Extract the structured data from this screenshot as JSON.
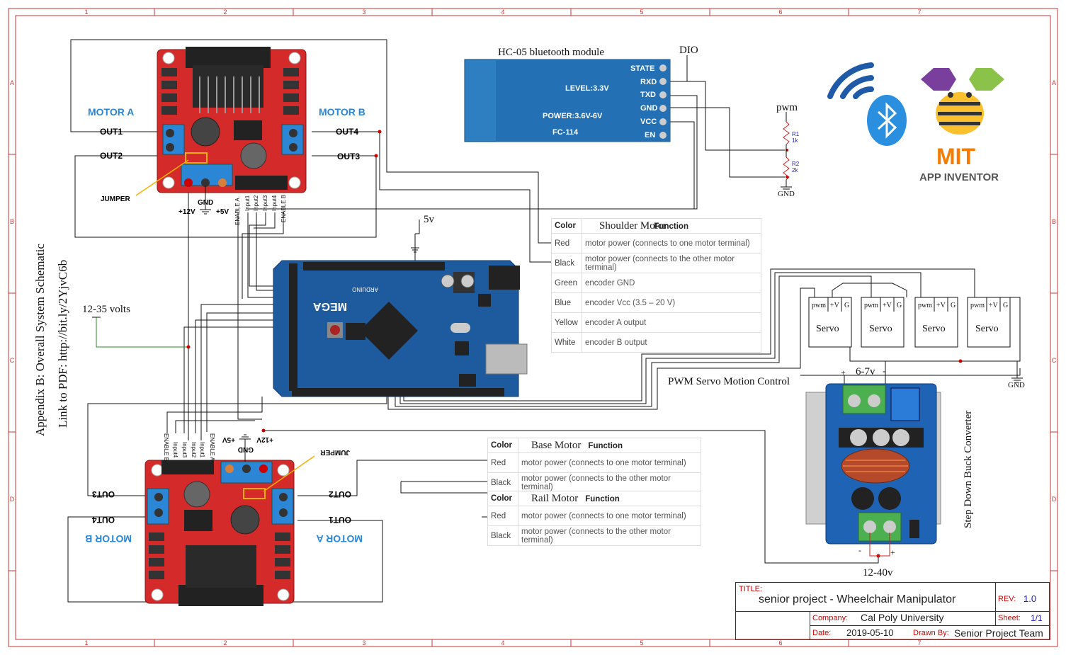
{
  "appendix": {
    "line1": "Appendix B: Overall System Schematic",
    "line2": "Link to PDF: http://bit.ly/2YjvC6b"
  },
  "grid": {
    "columns": [
      "1",
      "2",
      "3",
      "4",
      "5",
      "6",
      "7"
    ],
    "rows": [
      "A",
      "B",
      "C",
      "D"
    ]
  },
  "driver_top": {
    "motor_a": "MOTOR A",
    "motor_b": "MOTOR B",
    "out1": "OUT1",
    "out2": "OUT2",
    "out3": "OUT3",
    "out4": "OUT4",
    "jumper": "JUMPER",
    "v12": "+12V",
    "gnd": "GND",
    "v5": "+5V",
    "pins": [
      "ENABLE A",
      "Input1",
      "Input2",
      "Input3",
      "Input4",
      "ENABLE B"
    ]
  },
  "driver_bottom": {
    "motor_a": "MOTOR A",
    "motor_b": "MOTOR B",
    "out1": "OUT1",
    "out2": "OUT2",
    "out3": "OUT3",
    "out4": "OUT4",
    "jumper": "JUMPER",
    "v12": "+12V",
    "gnd": "GND",
    "v5": "+5V",
    "pins": [
      "ENABLE B",
      "Input4",
      "Input3",
      "Input2",
      "Input1",
      "ENABLE A"
    ]
  },
  "bluetooth": {
    "title": "HC-05 bluetooth module",
    "pins": [
      "STATE",
      "RXD",
      "TXD",
      "GND",
      "VCC",
      "EN"
    ],
    "level": "LEVEL:3.3V",
    "power": "POWER:3.6V-6V",
    "model": "FC-114",
    "dio": "DIO"
  },
  "divider": {
    "pwm": "pwm",
    "r1": "R1",
    "r1v": "1k",
    "r2": "R2",
    "r2v": "2k",
    "gnd": "GND"
  },
  "logo": {
    "mit": "MIT",
    "app": "APP INVENTOR"
  },
  "arduino": {
    "brand": "ARDUINO",
    "model": "MEGA",
    "v5": "5v"
  },
  "supply": {
    "label": "12-35 volts"
  },
  "tables": {
    "shoulder": {
      "title": "Shoulder Motor",
      "header": [
        "Color",
        "Function"
      ],
      "rows": [
        [
          "Red",
          "motor power (connects to one motor terminal)"
        ],
        [
          "Black",
          "motor power (connects to the other motor terminal)"
        ],
        [
          "Green",
          "encoder GND"
        ],
        [
          "Blue",
          "encoder Vcc (3.5 – 20 V)"
        ],
        [
          "Yellow",
          "encoder A output"
        ],
        [
          "White",
          "encoder B output"
        ]
      ]
    },
    "base": {
      "title": "Base Motor",
      "header": [
        "Color",
        "Function"
      ],
      "rows": [
        [
          "Red",
          "motor power (connects to one motor terminal)"
        ],
        [
          "Black",
          "motor power (connects to the other motor terminal)"
        ]
      ]
    },
    "rail": {
      "title": "Rail Motor",
      "header": [
        "Color",
        "Function"
      ],
      "rows": [
        [
          "Red",
          "motor power (connects to one motor terminal)"
        ],
        [
          "Black",
          "motor power (connects to the other motor terminal)"
        ]
      ]
    }
  },
  "servos": {
    "pins": [
      "pwm",
      "+V",
      "G"
    ],
    "names": [
      "Servo",
      "Servo",
      "Servo",
      "Servo"
    ],
    "gnd": "GND",
    "caption": "PWM Servo Motion Control"
  },
  "buck": {
    "caption": "Step Down Buck Converter",
    "out": "6-7v",
    "plus": "+",
    "minus": "-",
    "in": "12-40v"
  },
  "title_block": {
    "title_label": "TITLE:",
    "title": "senior project - Wheelchair Manipulator",
    "rev_label": "REV:",
    "rev": "1.0",
    "company_label": "Company:",
    "company": "Cal Poly University",
    "sheet_label": "Sheet:",
    "sheet": "1/1",
    "date_label": "Date:",
    "date": "2019-05-10",
    "drawn_label": "Drawn By:",
    "drawn": "Senior Project Team"
  },
  "colors": {
    "frame": "#c33",
    "board_red": "#d42a2a",
    "board_blue": "#1d5a9e",
    "terminal_blue": "#2b86d6",
    "wire": "#111",
    "green_wire": "#2a8a2a"
  }
}
